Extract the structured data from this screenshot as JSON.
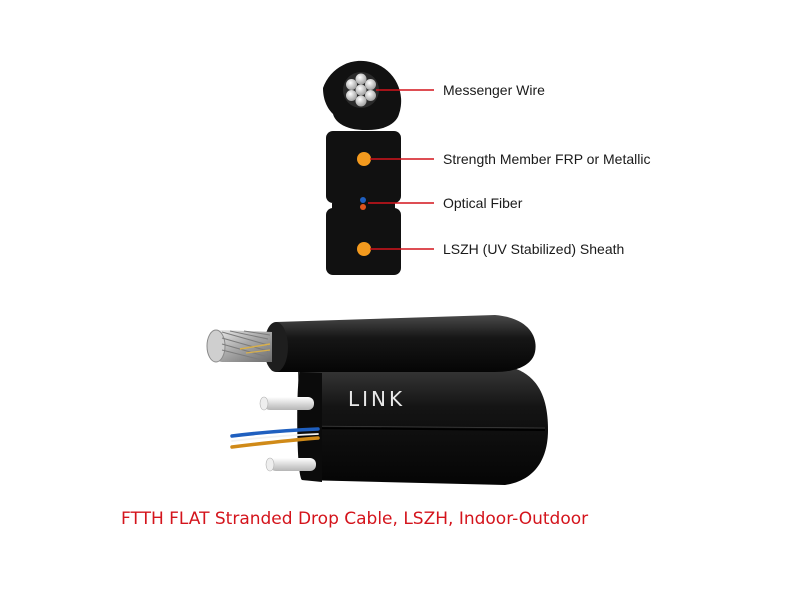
{
  "callouts": [
    {
      "label": "Messenger Wire"
    },
    {
      "label": "Strength Member FRP or Metallic"
    },
    {
      "label": "Optical Fiber"
    },
    {
      "label": "LSZH (UV Stabilized) Sheath"
    }
  ],
  "cable_brand": "LINK",
  "caption": "FTTH FLAT Stranded Drop Cable, LSZH, Indoor-Outdoor",
  "colors": {
    "callout_line": "#d4141c",
    "caption": "#d4141c",
    "sheath": "#111111",
    "strength_member": "#f39a1e",
    "fiber_blue": "#1f5fbf",
    "fiber_orange": "#e0541b"
  }
}
